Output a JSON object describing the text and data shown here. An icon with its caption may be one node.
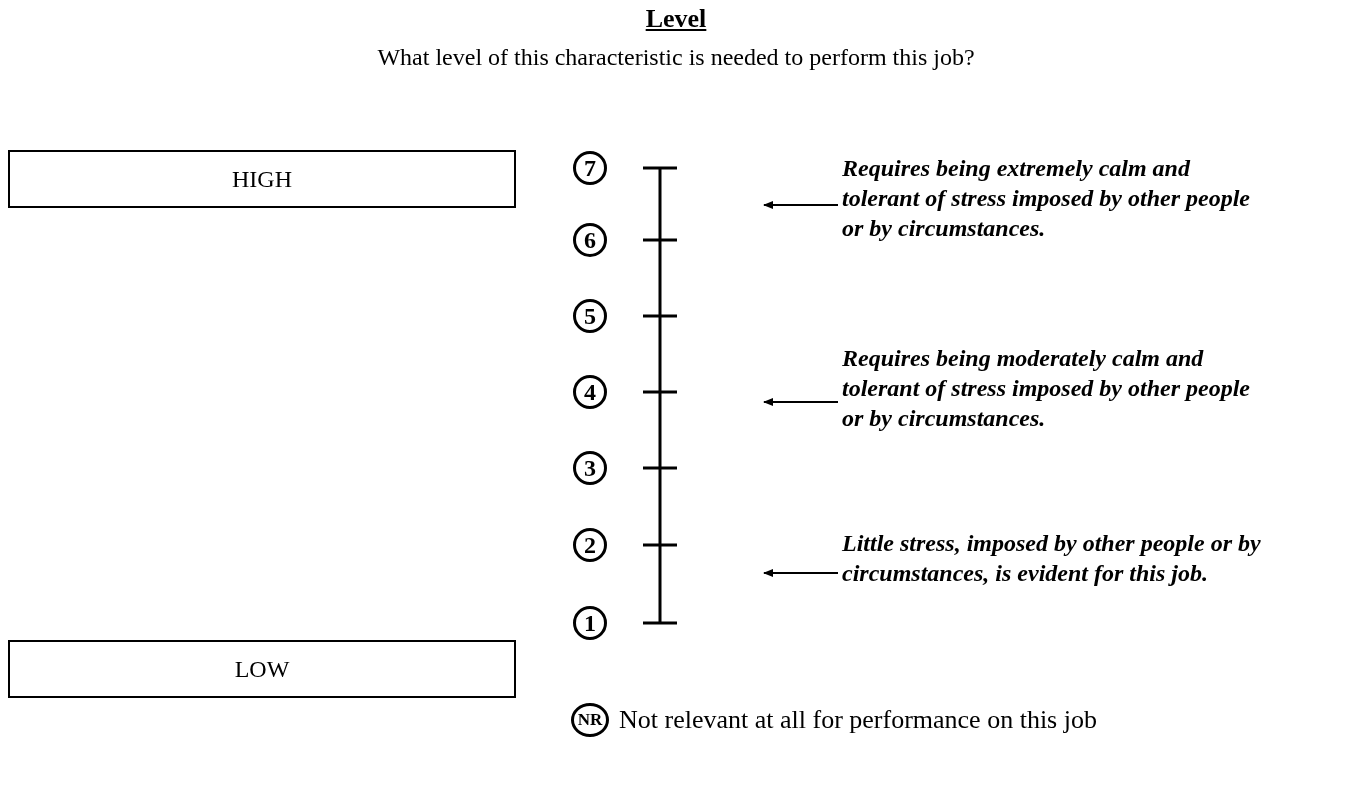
{
  "diagram": {
    "title": "Level",
    "nodes": [
      {
        "text": [
          "HIGH"
        ]
      },
      {
        "text": [
          "LOW"
        ]
      },
      {
        "text": [
          "7"
        ]
      },
      {
        "text": [
          "6"
        ]
      },
      {
        "text": [
          "5"
        ]
      },
      {
        "text": [
          "4"
        ]
      },
      {
        "text": [
          "3"
        ]
      },
      {
        "text": [
          "2"
        ]
      },
      {
        "text": [
          "1"
        ]
      },
      {
        "text": [
          "NR"
        ],
        "beside": [
          "Not relevant at all for performance on this job"
        ]
      },
      {
        "text": [
          "Requires being extremely calm and tolerant of stress imposed by other people or by circumstances."
        ]
      },
      {
        "text": [
          "Requires being moderately calm and tolerant of stress imposed by other people or by circumstances."
        ]
      },
      {
        "text": [
          "Little stress, imposed by other people or by circumstances, is evident for this job."
        ]
      }
    ],
    "edges": [
      {
        "from": 10,
        "to": null,
        "arrow": "to"
      },
      {
        "from": 11,
        "to": null,
        "arrow": "to"
      },
      {
        "from": 12,
        "to": null,
        "arrow": "to"
      }
    ],
    "labels": [
      "What level of this characteristic is needed to perform this job?"
    ]
  }
}
